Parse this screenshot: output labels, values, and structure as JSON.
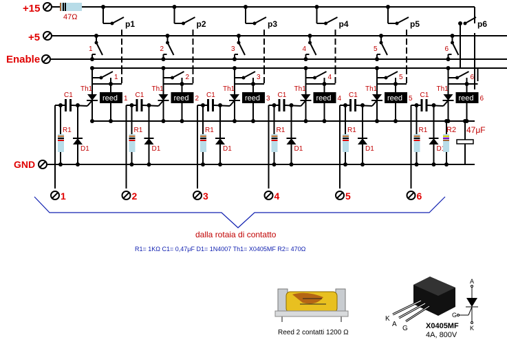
{
  "terminals": {
    "v15": "+15",
    "v5": "+5",
    "enable": "Enable",
    "gnd": "GND"
  },
  "series_resistor": "47Ω",
  "capacitor_main": "47μF",
  "channels": [
    {
      "n": "1",
      "push": "p1",
      "switch": "1",
      "relay": "1",
      "thyristor": "Th1",
      "reed": "reed",
      "cap": "C1",
      "res": "R1",
      "diode": "D1",
      "track": "1"
    },
    {
      "n": "2",
      "push": "p2",
      "switch": "2",
      "relay": "2",
      "thyristor": "Th1",
      "reed": "reed",
      "cap": "C1",
      "res": "R1",
      "diode": "D1",
      "track": "2"
    },
    {
      "n": "3",
      "push": "p3",
      "switch": "3",
      "relay": "3",
      "thyristor": "Th1",
      "reed": "reed",
      "cap": "C1",
      "res": "R1",
      "diode": "D1",
      "track": "3"
    },
    {
      "n": "4",
      "push": "p4",
      "switch": "4",
      "relay": "4",
      "thyristor": "Th1",
      "reed": "reed",
      "cap": "C1",
      "res": "R1",
      "diode": "D1",
      "track": "4"
    },
    {
      "n": "5",
      "push": "p5",
      "switch": "5",
      "relay": "5",
      "thyristor": "Th1",
      "reed": "reed",
      "cap": "C1",
      "res": "R1",
      "diode": "D1",
      "track": "5"
    },
    {
      "n": "6",
      "push": "p6",
      "switch": "6",
      "relay": "6",
      "thyristor": "Th1",
      "reed": "reed",
      "cap": "C1",
      "res": "R1",
      "diode": "D1",
      "track": "6"
    }
  ],
  "r2_label": "R2",
  "bracket_caption": "dalla rotaia di contatto",
  "component_values": "R1= 1KΩ  C1= 0,47μF  D1= 1N4007  Th1= X0405MF  R2= 470Ω",
  "reed_photo_caption": "Reed 2 contatti 1200 Ω",
  "thyristor_part": {
    "name": "X0405MF",
    "rating": "4A, 800V",
    "pin_k": "K",
    "pin_a": "A",
    "pin_g": "G",
    "sym_a": "A",
    "sym_g": "G",
    "sym_k": "K"
  },
  "colors": {
    "label_red": "#e00000",
    "bracket_blue": "#1020b0",
    "resistor_body": "#b8dce8"
  }
}
